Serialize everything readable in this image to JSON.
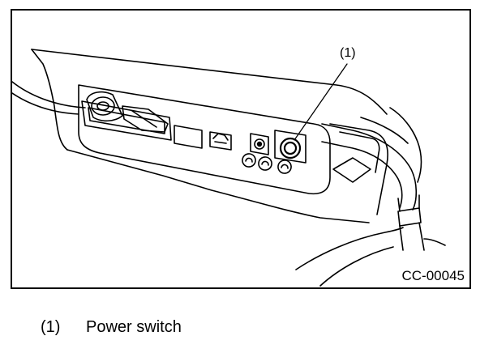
{
  "figure": {
    "callout": "(1)",
    "code": "CC-00045"
  },
  "legend": {
    "items": [
      {
        "number": "(1)",
        "label": "Power switch"
      }
    ]
  }
}
